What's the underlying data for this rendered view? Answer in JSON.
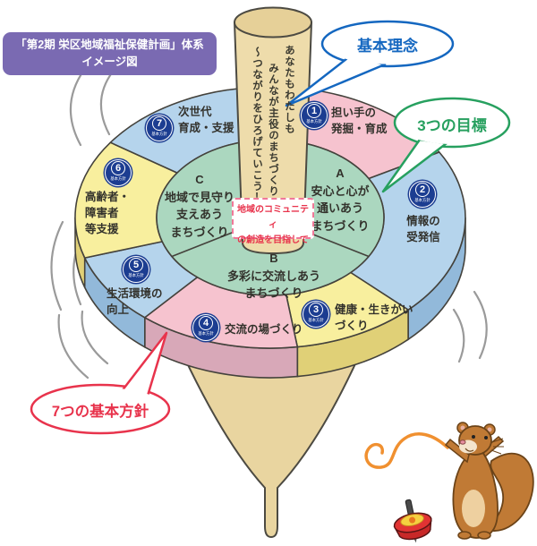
{
  "header": {
    "title_line1": "「第2期 栄区地域福祉保健計画」体系",
    "title_line2": "イメージ図"
  },
  "bubbles": {
    "philosophy": "基本理念",
    "goals": "3つの目標",
    "policies": "7つの基本方針"
  },
  "shaft": {
    "col1": "あなたもわたしも",
    "col2": "みんなが主役のまちづくり",
    "col3": "～つながりをひろげていこう!!～"
  },
  "center_note": {
    "line1": "地域のコミュニティ",
    "line2": "の創造を目指して"
  },
  "goals": [
    {
      "key": "A",
      "text": "A\n安心と心が\n通いあう\nまちづくり"
    },
    {
      "key": "B",
      "text": "B\n多彩に交流しあう\nまちづくり"
    },
    {
      "key": "C",
      "text": "C\n地域で見守り\n支えあう\nまちづくり"
    }
  ],
  "policies": {
    "badge_caption": "基本方針",
    "items": [
      {
        "num": "1",
        "text": "担い手の\n発掘・育成"
      },
      {
        "num": "2",
        "text": "情報の\n受発信"
      },
      {
        "num": "3",
        "text": "健康・生きがい\nづくり"
      },
      {
        "num": "4",
        "text": "交流の場づくり"
      },
      {
        "num": "5",
        "text": "生活環境の\n向上"
      },
      {
        "num": "6",
        "text": "高齢者・\n障害者\n等支援"
      },
      {
        "num": "7",
        "text": "次世代\n育成・支援"
      }
    ]
  },
  "colors": {
    "segment_pink": "#f6c3cf",
    "segment_blue": "#b5d4ec",
    "segment_yellow": "#f8ef9e",
    "inner_green": "#abd7bf",
    "badge_navy": "#1c3d91",
    "philosophy_blue": "#1467c0",
    "goals_green": "#27a05f",
    "policies_red": "#e8334c",
    "title_purple": "#7a6ab2"
  }
}
